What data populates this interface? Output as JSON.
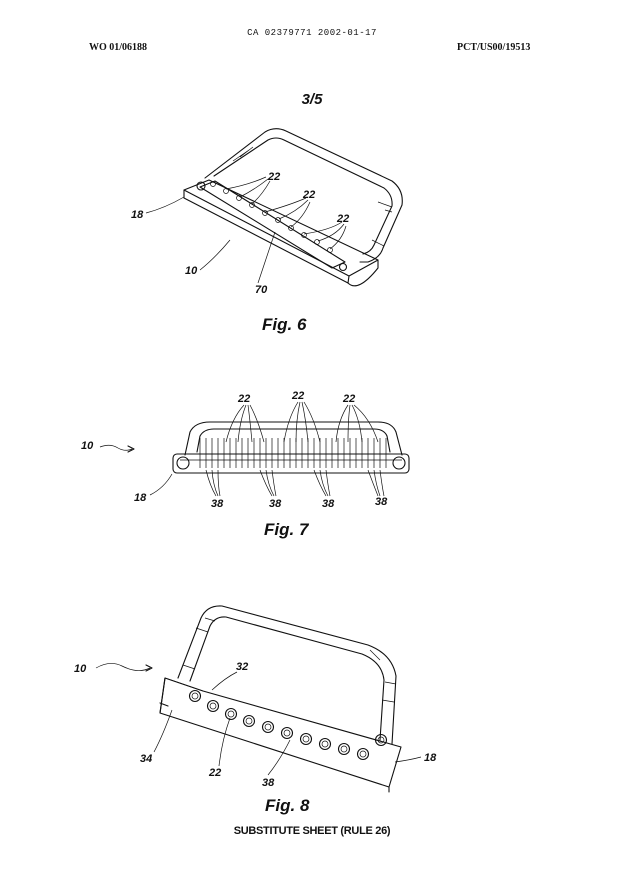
{
  "header": {
    "ca_number": "CA 02379771 2002-01-17",
    "wo_number": "WO 01/06188",
    "pct_number": "PCT/US00/19513"
  },
  "sheet_label": "3/5",
  "figures": [
    {
      "caption": "Fig. 6",
      "refs": {
        "r10": "10",
        "r18": "18",
        "r22a": "22",
        "r22b": "22",
        "r22c": "22",
        "r70": "70"
      }
    },
    {
      "caption": "Fig. 7",
      "refs": {
        "r10": "10",
        "r18": "18",
        "r22a": "22",
        "r22b": "22",
        "r22c": "22",
        "r38a": "38",
        "r38b": "38",
        "r38c": "38",
        "r38d": "38"
      }
    },
    {
      "caption": "Fig. 8",
      "refs": {
        "r10": "10",
        "r32": "32",
        "r34": "34",
        "r22": "22",
        "r38": "38",
        "r18": "18"
      }
    }
  ],
  "footer": "SUBSTITUTE SHEET (RULE 26)"
}
